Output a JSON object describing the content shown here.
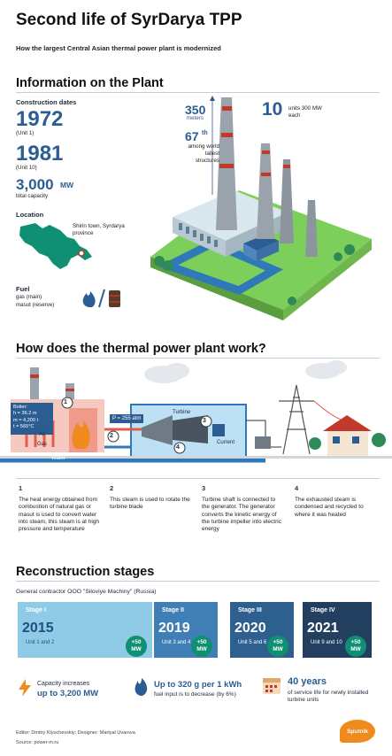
{
  "header": {
    "title": "Second life of SyrDarya TPP",
    "subtitle": "How the largest Central Asian thermal power plant is modernized"
  },
  "info": {
    "heading": "Information on the Plant",
    "dates_label": "Construction dates",
    "year1": "1972",
    "year1_note": "(Unit 1)",
    "year2": "1981",
    "year2_note": "(Unit 10)",
    "capacity_value": "3,000",
    "capacity_unit": "MW",
    "capacity_label": "total capacity",
    "location_label": "Location",
    "location_text": "Shirin town, Syrdarya province",
    "fuel_label": "Fuel",
    "fuel_main": "gas (main)",
    "fuel_reserve": "masut (reserve)",
    "height_value": "350",
    "height_unit": "meters",
    "rank_value": "67",
    "rank_suffix": "th",
    "rank_text": "among world tallest structures",
    "units_value": "10",
    "units_text": "units 300 MW each"
  },
  "how": {
    "heading": "How does the thermal power plant work?",
    "boiler_text": "Boiler:\nh = 36.2 m\nm = 4,200 t\nt = 565°C",
    "pressure_text": "P = 255 atm",
    "turbine_label": "Turbine",
    "current_label": "Current",
    "air_label": "Air",
    "gas_label": "Gas",
    "water_label": "Water",
    "markers": [
      "1",
      "2",
      "3",
      "4"
    ],
    "steps": [
      {
        "num": "1",
        "text": "The heat energy obtained from combustion of natural gas or masut is used to convert water into steam, this steam is at high pressure and temperature"
      },
      {
        "num": "2",
        "text": "This steam is used to rotate the turbine blade"
      },
      {
        "num": "3",
        "text": "Turbine shaft is connected to the generator. The generator converts the kinetic energy of the turbine impeller into electric energy"
      },
      {
        "num": "4",
        "text": "The exhausted steam is condensed and recycled to where it was heated"
      }
    ]
  },
  "recon": {
    "heading": "Reconstruction stages",
    "contractor": "General contractor OOO \"Siloviye Machiny\" (Russia)",
    "stages": [
      {
        "label": "Stage I",
        "year": "2015",
        "units": "Unit 1 and 2",
        "badge_top": "+50",
        "badge_bottom": "MW",
        "color": "#8fcbe7"
      },
      {
        "label": "Stage II",
        "year": "2019",
        "units": "Unit 3 and 4",
        "badge_top": "+50",
        "badge_bottom": "MW",
        "color": "#3f7fb6"
      },
      {
        "label": "Stage III",
        "year": "2020",
        "units": "Unit 5 and 6",
        "badge_top": "+50",
        "badge_bottom": "MW",
        "color": "#2d5f8f"
      },
      {
        "label": "Stage IV",
        "year": "2021",
        "units": "Unit 9 and 10",
        "badge_top": "+50",
        "badge_bottom": "MW",
        "color": "#233f5f"
      }
    ]
  },
  "results": {
    "capacity_text": "Capacity increases",
    "capacity_value": "up to 3,200 MW",
    "fuel_value": "Up to 320 g per 1 kWh",
    "fuel_text": "fuel input is to decrease (by 6%)",
    "life_value": "40 years",
    "life_text": "of service life for newly installed turbine units"
  },
  "footer": {
    "credits": "Editor: Dmitry Klyuchevskiy; Designer: Martyal Uvarova",
    "source": "Source: power-m.ru",
    "logo": "Sputnik"
  },
  "colors": {
    "accent_blue": "#2c5d92",
    "green_badge": "#0f8f73",
    "water": "#2f79b9",
    "fire": "#f08a1d"
  }
}
